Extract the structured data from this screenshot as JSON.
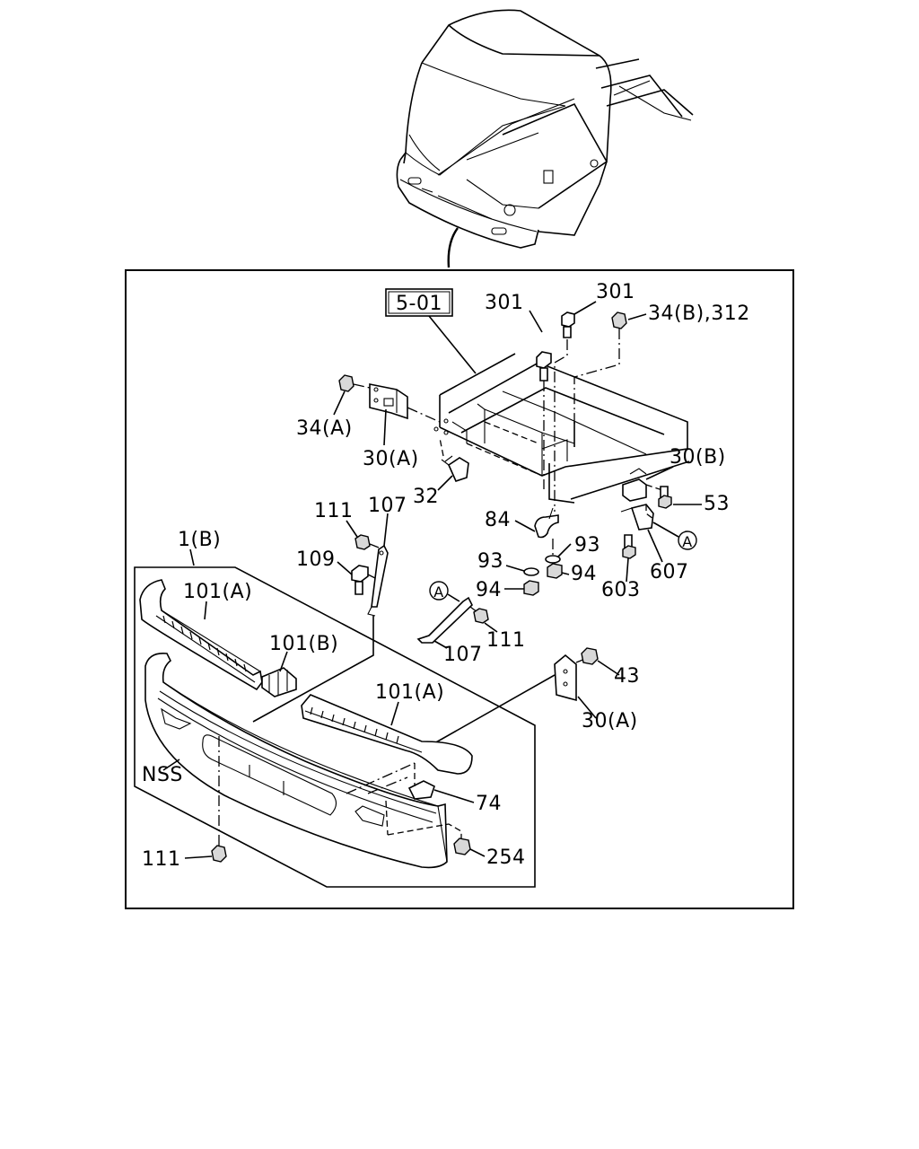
{
  "diagram": {
    "ref_box": "5-01",
    "circle_ref": "A",
    "labels": {
      "p301_a": "301",
      "p301_b": "301",
      "p34b_312": "34(B),312",
      "p34a": "34(A)",
      "p30a_top": "30(A)",
      "p32": "32",
      "p30b": "30(B)",
      "p53": "53",
      "p111_top": "111",
      "p107_top": "107",
      "p84": "84",
      "p1b": "1(B)",
      "p109": "109",
      "p93_r": "93",
      "p93_l": "93",
      "p94_r": "94",
      "p94_l": "94",
      "p603": "603",
      "p607": "607",
      "p101a_top": "101(A)",
      "p111_mid": "111",
      "p107_mid": "107",
      "p101b": "101(B)",
      "p43": "43",
      "p101a_bottom": "101(A)",
      "p30a_bottom": "30(A)",
      "pNSS": "NSS",
      "p74": "74",
      "p111_bottom": "111",
      "p254": "254"
    }
  }
}
